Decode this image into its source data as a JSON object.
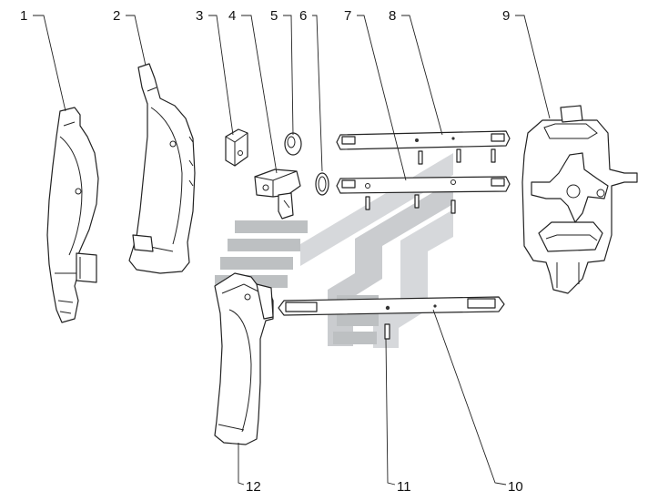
{
  "diagram": {
    "type": "exploded-parts-diagram",
    "callouts": [
      "1",
      "2",
      "3",
      "4",
      "5",
      "6",
      "7",
      "8",
      "9",
      "10",
      "11",
      "12"
    ],
    "watermark": "logo",
    "colors": {
      "line": "#222222",
      "watermark_light": "#c9cccf",
      "watermark_dark": "#a7abae",
      "background": "#ffffff"
    }
  }
}
